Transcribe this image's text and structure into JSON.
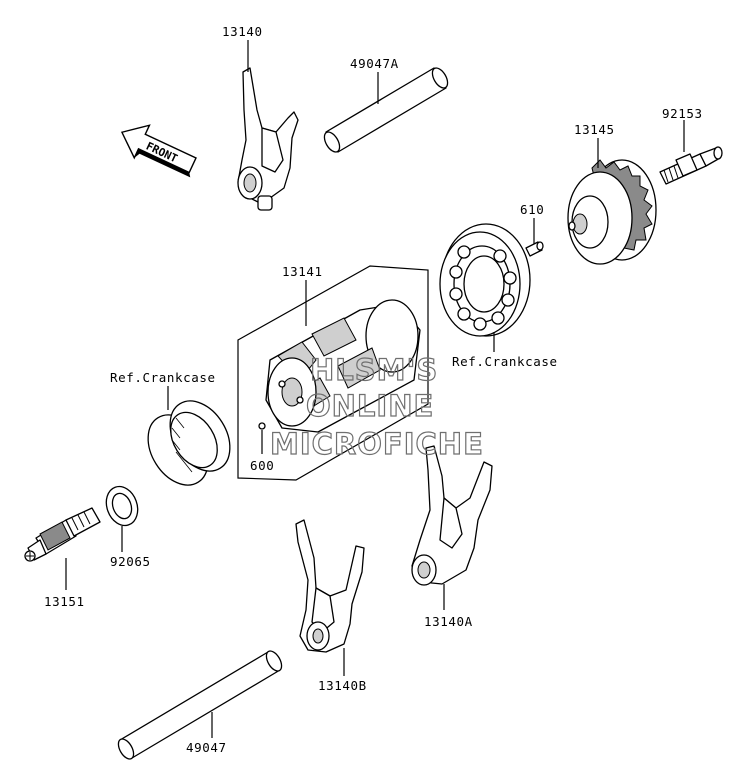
{
  "labels": {
    "p13140": "13140",
    "p49047A": "49047A",
    "p92153": "92153",
    "p13145": "13145",
    "p610": "610",
    "p13141": "13141",
    "ref_crankcase_right": "Ref.Crankcase",
    "ref_crankcase_left": "Ref.Crankcase",
    "p600": "600",
    "p92065": "92065",
    "p13151": "13151",
    "p13140A": "13140A",
    "p13140B": "13140B",
    "p49047": "49047"
  },
  "front_arrow": "FRONT",
  "watermark": {
    "line1": "HLSM'S",
    "line2": "ONLINE",
    "line3": "MICROFICHE"
  }
}
